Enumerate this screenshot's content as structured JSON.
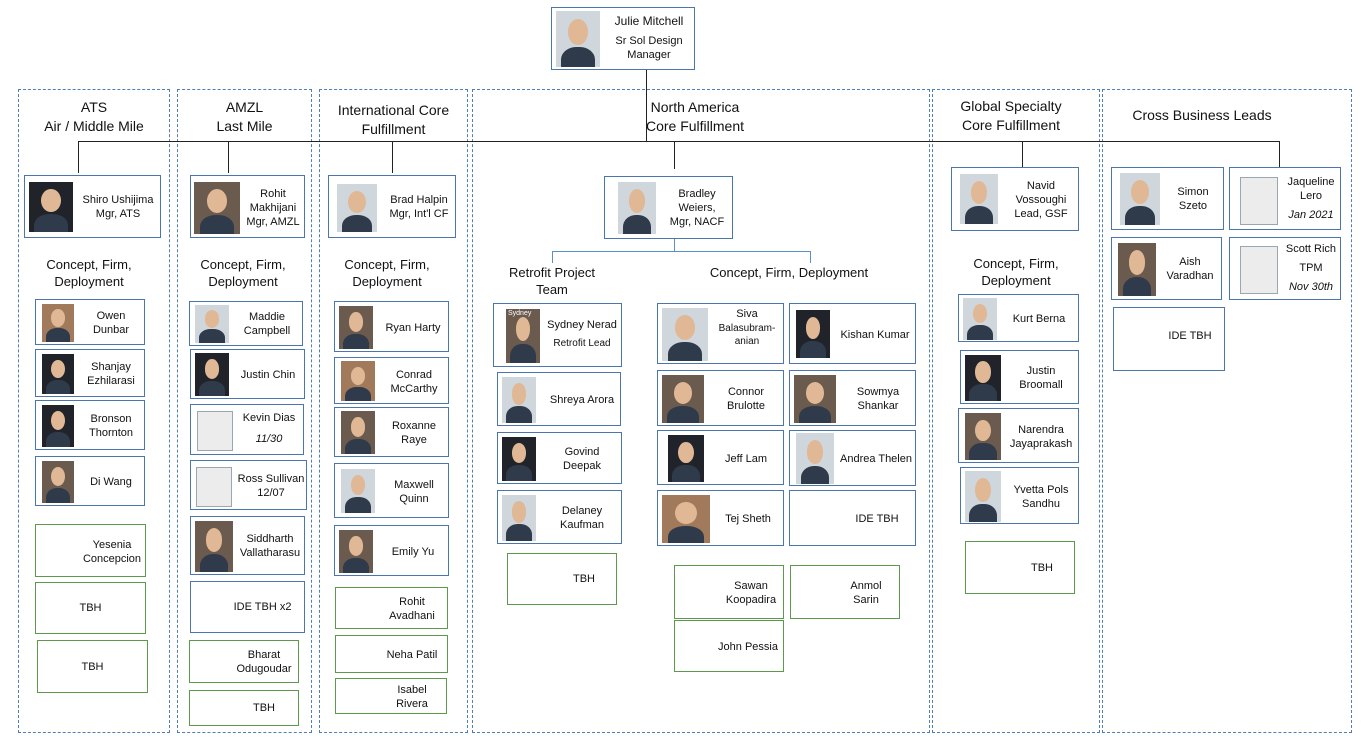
{
  "top": {
    "name": "Julie Mitchell",
    "title": "Sr Sol Design\nManager"
  },
  "columns": [
    {
      "title": "ATS\nAir / Middle Mile",
      "manager": {
        "name": "Shiro Ushijima\nMgr, ATS"
      },
      "section": "Concept, Firm,\nDeployment",
      "members": [
        "Owen\nDunbar",
        "Shanjay\nEzhilarasi",
        "Bronson\nThornton",
        "Di Wang",
        "Yesenia\nConcepcion",
        "TBH",
        "TBH"
      ]
    },
    {
      "title": "AMZL\nLast Mile",
      "manager": {
        "name": "Rohit\nMakhijani\nMgr, AMZL"
      },
      "section": "Concept, Firm,\nDeployment",
      "members": [
        "Maddie\nCampbell",
        "Justin Chin",
        "Kevin Dias",
        "11/30",
        "Ross Sullivan\n12/07",
        "Siddharth\nVallatharasu",
        "IDE TBH x2",
        "Bharat\nOdugoudar",
        "TBH"
      ]
    },
    {
      "title": "International Core\nFulfillment",
      "manager": {
        "name": "Brad Halpin\nMgr, Int'l CF"
      },
      "section": "Concept, Firm,\nDeployment",
      "members": [
        "Ryan Harty",
        "Conrad\nMcCarthy",
        "Roxanne\nRaye",
        "Maxwell\nQuinn",
        "Emily Yu",
        "Rohit\nAvadhani",
        "Neha Patil",
        "Isabel\nRivera"
      ]
    },
    {
      "title": "North America\nCore Fulfillment",
      "manager": {
        "name": "Bradley\nWeiers,\nMgr, NACF"
      },
      "section_left": "Retrofit Project\nTeam",
      "section_right": "Concept, Firm, Deployment",
      "retrofit_lead": {
        "name": "Sydney Nerad",
        "role": "Retrofit Lead",
        "photo_label": "Sydney"
      },
      "retrofit": [
        "Shreya Arora",
        "Govind\nDeepak",
        "Delaney\nKaufman",
        "TBH"
      ],
      "cfd_left": [
        "Siva",
        "Balasubram-\nanian",
        "Connor\nBrulotte",
        "Jeff Lam",
        "Tej Sheth",
        "Sawan\nKoopadira",
        "John Pessia"
      ],
      "cfd_right": [
        "Kishan Kumar",
        "Sowmya\nShankar",
        "Andrea Thelen",
        "IDE TBH",
        "Anmol\nSarin"
      ]
    },
    {
      "title": "Global Specialty\nCore Fulfillment",
      "manager": {
        "name": "Navid\nVossoughi\nLead, GSF"
      },
      "section": "Concept, Firm,\nDeployment",
      "members": [
        "Kurt Berna",
        "Justin\nBroomall",
        "Narendra\nJayaprakash",
        "Yvetta Pols\nSandhu",
        "TBH"
      ]
    },
    {
      "title": "Cross Business Leads",
      "members": [
        "Simon\nSzeto",
        "Aish\nVaradhan",
        "IDE TBH"
      ],
      "openings": [
        {
          "name": "Jaqueline\nLero",
          "date": "Jan 2021"
        },
        {
          "name": "Scott Rich",
          "role": "TPM",
          "date": "Nov 30th"
        }
      ]
    }
  ]
}
